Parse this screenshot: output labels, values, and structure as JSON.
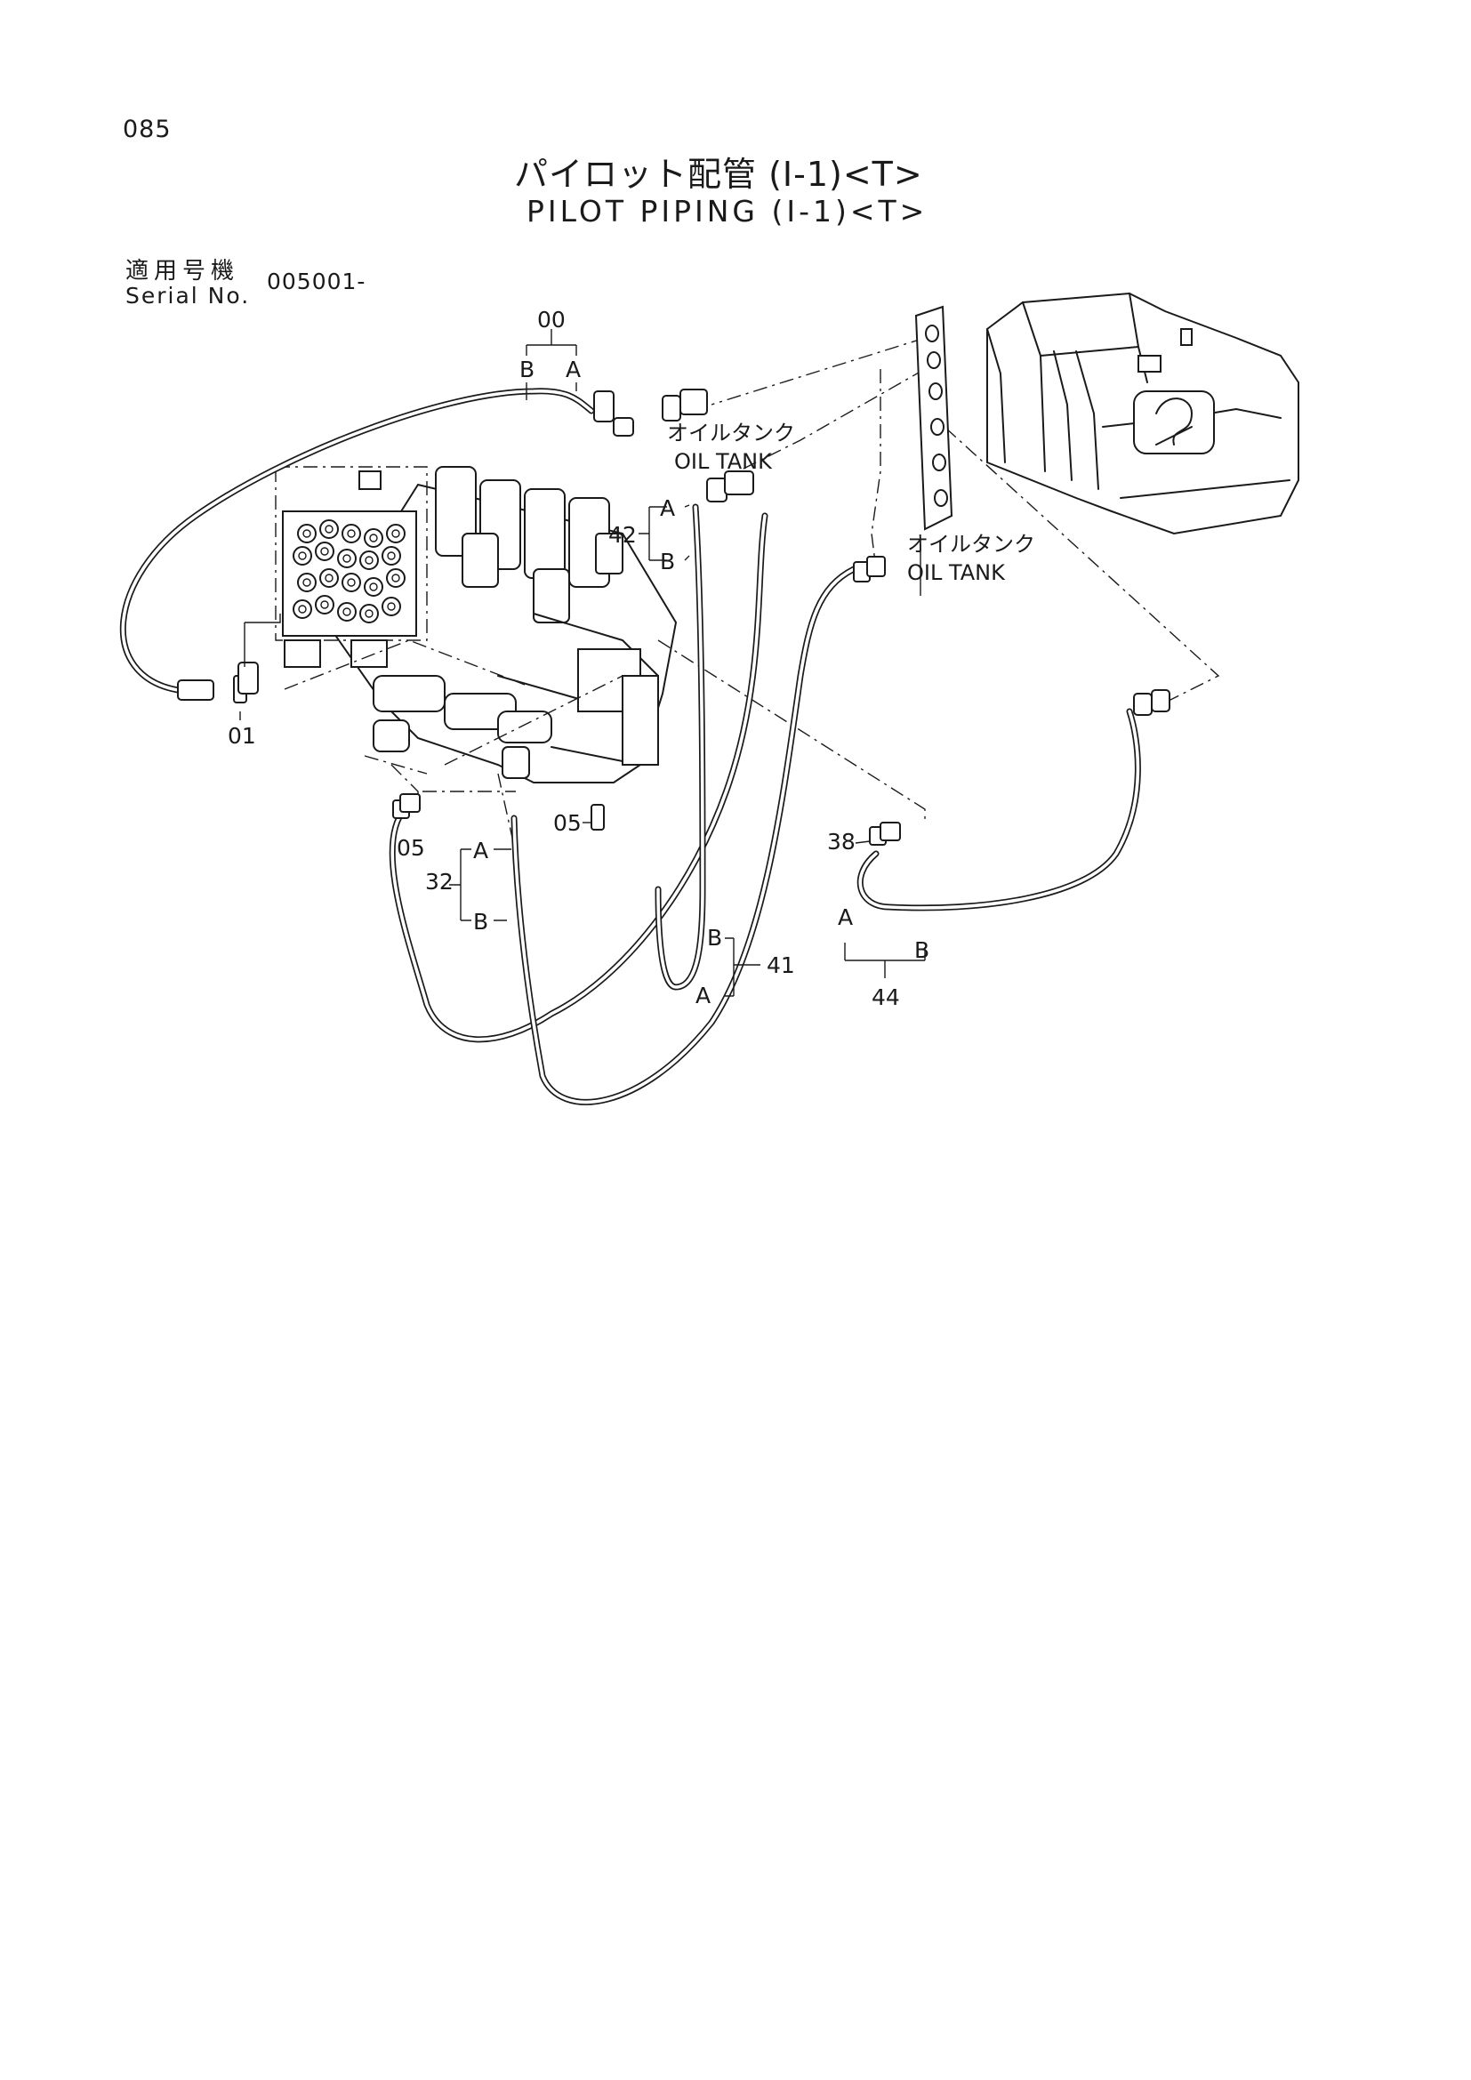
{
  "page_number": "085",
  "title_jp": "パイロット配管 (I-1)<T>",
  "title_en": "PILOT PIPING (I-1)<T>",
  "serial_label_jp": "適用号機",
  "serial_label_en": "Serial No.",
  "serial_value": "005001-",
  "callouts": {
    "p00": "00",
    "p01": "01",
    "p05a": "05",
    "p05b": "05",
    "p32": "32",
    "p38": "38",
    "p41": "41",
    "p42": "42",
    "p44": "44"
  },
  "ends": {
    "a": "A",
    "b": "B"
  },
  "oil_tank_jp": "オイルタンク",
  "oil_tank_en": "OIL TANK"
}
